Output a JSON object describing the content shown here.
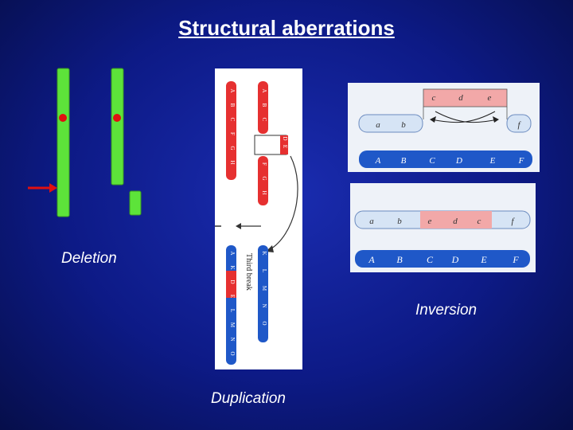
{
  "title": "Structural aberrations",
  "labels": {
    "deletion": "Deletion",
    "inversion": "Inversion",
    "duplication": "Duplication"
  },
  "duplication_figure": {
    "top_left_genes": [
      "A",
      "B",
      "C",
      "F",
      "G",
      "H"
    ],
    "top_right_genes": [
      "A",
      "B",
      "C",
      "F",
      "G",
      "H"
    ],
    "loop_genes": [
      "D",
      "E"
    ],
    "bottom_left_genes": [
      "A",
      "K",
      "D",
      "E",
      "L",
      "M",
      "N",
      "O"
    ],
    "bottom_right_genes": [
      "K",
      "L",
      "M",
      "N",
      "O"
    ],
    "third_break_label": "Third break"
  },
  "inversion_figure": {
    "top_before": [
      "a",
      "b",
      "c",
      "d",
      "e",
      "f"
    ],
    "bottom_before": [
      "A",
      "B",
      "C",
      "D",
      "E",
      "F"
    ],
    "top_after": [
      "a",
      "b",
      "e",
      "d",
      "c",
      "f"
    ],
    "bottom_after": [
      "A",
      "B",
      "C",
      "D",
      "E",
      "F"
    ]
  },
  "colors": {
    "background": "#0d1a86",
    "chromosome_green": "#5de33a",
    "centromere_red": "#e01010",
    "arrow_red": "#e01010",
    "duplication_red": "#e63030",
    "inversion_blue": "#1f58c8",
    "inversion_light_blue": "#d6e4f5",
    "inversion_pink": "#f2a8a8"
  }
}
